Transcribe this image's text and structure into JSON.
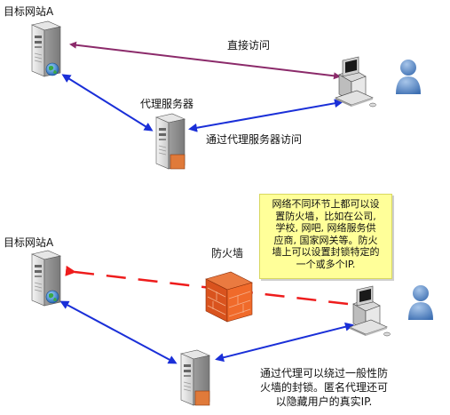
{
  "top": {
    "site_label": "目标网站A",
    "direct_label": "直接访问",
    "proxy_label": "代理服务器",
    "via_proxy_label": "通过代理服务器访问"
  },
  "bottom": {
    "site_label": "目标网站A",
    "firewall_label": "防火墙",
    "note_lines": [
      "网络不同环节上都可以设",
      "置防火墙，比如在公司,",
      "学校, 网吧, 网络服务供",
      "应商, 国家网关等。防火",
      "墙上可以设置封锁特定的",
      "一个或多个IP."
    ],
    "caption_lines": [
      "通过代理可以绕过一般性防",
      "火墙的封锁。匿名代理还可",
      "以隐藏用户的真实IP."
    ]
  },
  "colors": {
    "direct_line": "#8b2a6a",
    "proxy_line": "#1a2fd8",
    "blocked_line": "#ee1c1c",
    "note_bg": "#ffff99",
    "firewall": "#d9531e"
  },
  "icons": {
    "server": "server-icon",
    "globe": "globe-icon",
    "computer": "computer-icon",
    "user": "user-icon",
    "firewall": "firewall-icon"
  }
}
